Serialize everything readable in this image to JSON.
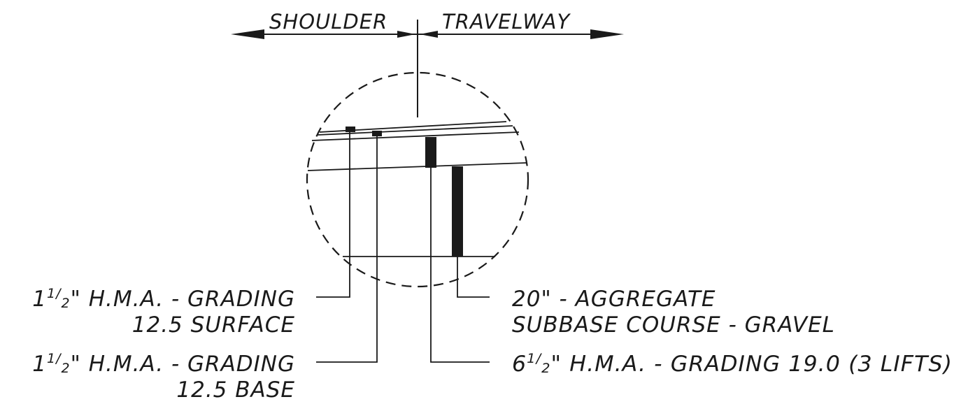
{
  "header": {
    "left_label": "SHOULDER",
    "right_label": "TRAVELWAY"
  },
  "callouts": {
    "surface": {
      "lead_whole": "1",
      "lead_num": "1",
      "lead_den": "2",
      "line1_rest": "\" H.M.A. - GRADING",
      "line2": "12.5 SURFACE"
    },
    "base": {
      "lead_whole": "1",
      "lead_num": "1",
      "lead_den": "2",
      "line1_rest": "\" H.M.A. - GRADING",
      "line2": "12.5 BASE"
    },
    "aggregate": {
      "line1": "20\" - AGGREGATE",
      "line2": "SUBBASE COURSE - GRAVEL"
    },
    "hma190": {
      "lead_whole": "6",
      "lead_num": "1",
      "lead_den": "2",
      "line1_rest": "\" H.M.A. - GRADING 19.0 (3 LIFTS)"
    }
  },
  "colors": {
    "ink": "#1a1a1a",
    "background": "#ffffff"
  }
}
